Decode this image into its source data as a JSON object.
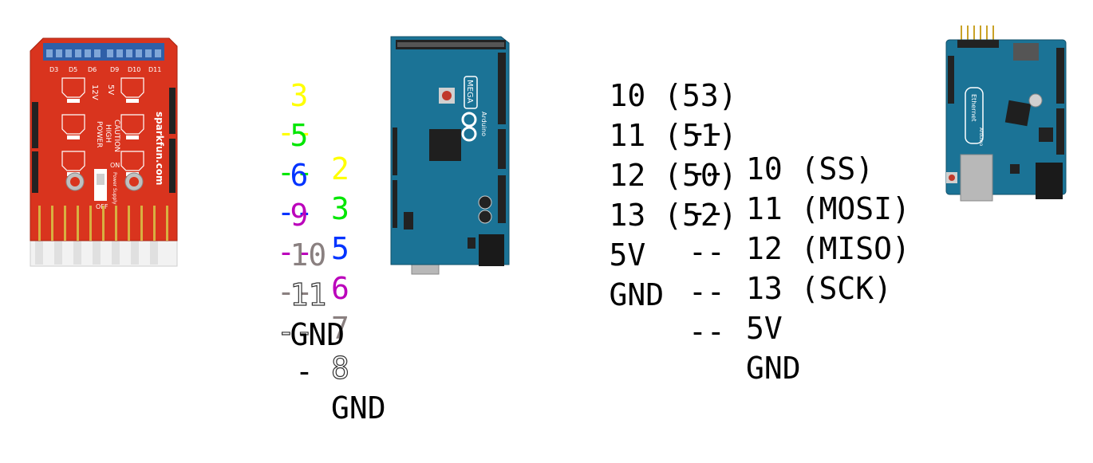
{
  "boards": {
    "shield_left": {
      "brand": "sparkfun.com",
      "caution": "CAUTION",
      "high": "HIGH",
      "power": "POWER",
      "v12": "12V",
      "v5": "5V",
      "on": "ON",
      "off": "OFF",
      "supply": "Power Supply",
      "d_labels": [
        "D3",
        "D5",
        "D6",
        "D9",
        "D10",
        "D11"
      ],
      "color": "#d9341e"
    },
    "mega": {
      "model": "MEGA",
      "brand": "Arduino",
      "color": "#1b7396"
    },
    "ethernet": {
      "model": "Ethernet",
      "brand": "Arduino",
      "color": "#1b7396"
    }
  },
  "pin_map_left": [
    {
      "from": "3",
      "sep": "--",
      "to": "2",
      "color": "#ffff00"
    },
    {
      "from": "5",
      "sep": "--",
      "to": "3",
      "color": "#00e600"
    },
    {
      "from": "6",
      "sep": "--",
      "to": "5",
      "color": "#0033ff"
    },
    {
      "from": "9",
      "sep": "--",
      "to": "6",
      "color": "#bb00bb"
    },
    {
      "from": "10",
      "sep": "--",
      "to": "7",
      "color": "#8a8080"
    },
    {
      "from": "11",
      "sep": "--",
      "to": "8",
      "color": "outline"
    },
    {
      "from": "GND",
      "sep": "-",
      "to": "GND",
      "color": "#000000"
    }
  ],
  "pin_map_right": [
    {
      "from": "10 (53)",
      "sep": "--",
      "to": "10 (SS)"
    },
    {
      "from": "11 (51)",
      "sep": "--",
      "to": "11 (MOSI)"
    },
    {
      "from": "12 (50)",
      "sep": "--",
      "to": "12 (MISO)"
    },
    {
      "from": "13 (52)",
      "sep": "--",
      "to": "13 (SCK)"
    },
    {
      "from": "5V",
      "sep": "--",
      "to": "5V"
    },
    {
      "from": "GND",
      "sep": "--",
      "to": "GND"
    }
  ]
}
